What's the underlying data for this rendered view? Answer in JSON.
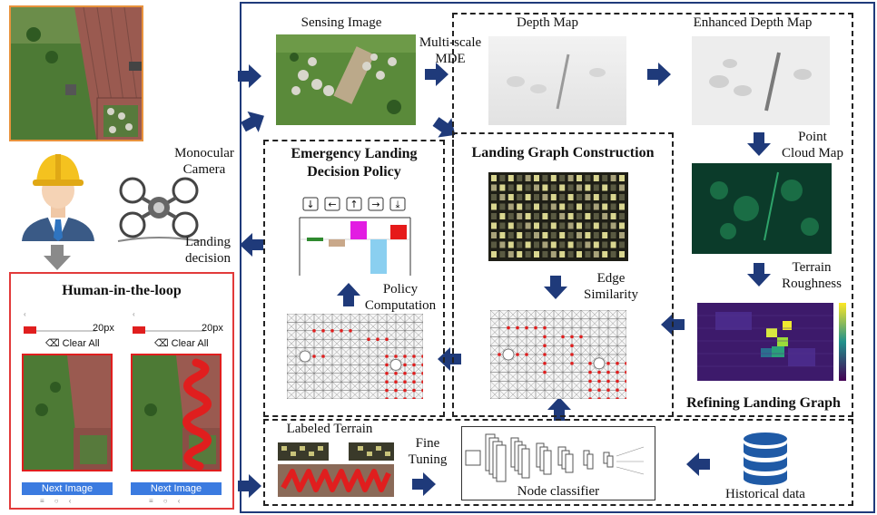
{
  "labels": {
    "sensing_image": "Sensing Image",
    "multiscale_mde_1": "Multi-scale",
    "multiscale_mde_2": "MDE",
    "depth_map": "Depth Map",
    "enhanced_depth_map": "Enhanced Depth Map",
    "point_cloud_1": "Point",
    "point_cloud_2": "Cloud Map",
    "terrain_roughness_1": "Terrain",
    "terrain_roughness_2": "Roughness",
    "refining_landing_graph": "Refining Landing Graph",
    "landing_graph_construction": "Landing Graph Construction",
    "edge_similarity_1": "Edge",
    "edge_similarity_2": "Similarity",
    "emergency_1": "Emergency Landing",
    "emergency_2": "Decision Policy",
    "policy_computation_1": "Policy",
    "policy_computation_2": "Computation",
    "monocular_camera_1": "Monocular",
    "monocular_camera_2": "Camera",
    "landing_decision_1": "Landing",
    "landing_decision_2": "decision",
    "human_in_the_loop": "Human-in-the-loop",
    "labeled_terrain": "Labeled Terrain",
    "fine_tuning_1": "Fine",
    "fine_tuning_2": "Tuning",
    "node_classifier": "Node classifier",
    "historical_data": "Historical data"
  },
  "phone": {
    "size_label": "20px",
    "clear_all": "Clear All",
    "next_image": "Next Image"
  },
  "colors": {
    "arrow": "#1f3a7a",
    "human_box": "#e23a3a",
    "camera_border": "#e8923c",
    "red_mark": "#e01e1e",
    "button_blue": "#3b7be0"
  }
}
